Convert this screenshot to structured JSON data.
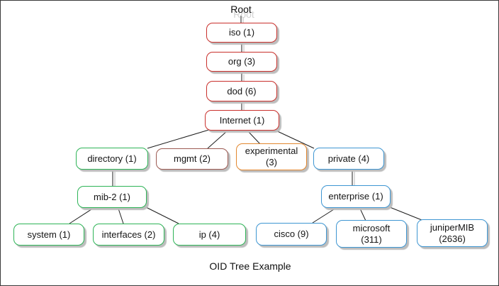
{
  "diagram": {
    "root_label": "Root",
    "caption": "OID Tree Example",
    "colors": {
      "iso_chain_border": "#c9302c",
      "mgmt_border": "#9c5a52",
      "directory_branch_border": "#2eb457",
      "private_branch_border": "#3e96d2",
      "experimental_border": "#e2872f",
      "connector_line": "#1c1c1c",
      "box_shadow": "#bdbdbd",
      "background": "#ffffff",
      "frame_border": "#3a3a3a"
    },
    "nodes": [
      {
        "id": "iso",
        "label": "iso (1)"
      },
      {
        "id": "org",
        "label": "org (3)"
      },
      {
        "id": "dod",
        "label": "dod (6)"
      },
      {
        "id": "internet",
        "label": "Internet (1)"
      },
      {
        "id": "directory",
        "label": "directory (1)"
      },
      {
        "id": "mgmt",
        "label": "mgmt (2)"
      },
      {
        "id": "experimental",
        "label": "experimental\n(3)"
      },
      {
        "id": "private",
        "label": "private (4)"
      },
      {
        "id": "mib-2",
        "label": "mib-2 (1)"
      },
      {
        "id": "enterprise",
        "label": "enterprise (1)"
      },
      {
        "id": "system",
        "label": "system (1)"
      },
      {
        "id": "interfaces",
        "label": "interfaces (2)"
      },
      {
        "id": "ip",
        "label": "ip (4)"
      },
      {
        "id": "cisco",
        "label": "cisco (9)"
      },
      {
        "id": "microsoft",
        "label": "microsoft\n(311)"
      },
      {
        "id": "junipermib",
        "label": "juniperMIB\n(2636)"
      }
    ],
    "edges": [
      [
        "Root",
        "iso (1)"
      ],
      [
        "iso (1)",
        "org (3)"
      ],
      [
        "org (3)",
        "dod (6)"
      ],
      [
        "dod (6)",
        "Internet (1)"
      ],
      [
        "Internet (1)",
        "directory (1)"
      ],
      [
        "Internet (1)",
        "mgmt (2)"
      ],
      [
        "Internet (1)",
        "experimental (3)"
      ],
      [
        "Internet (1)",
        "private (4)"
      ],
      [
        "directory (1)",
        "mib-2 (1)"
      ],
      [
        "mib-2 (1)",
        "system (1)"
      ],
      [
        "mib-2 (1)",
        "interfaces (2)"
      ],
      [
        "mib-2 (1)",
        "ip (4)"
      ],
      [
        "private (4)",
        "enterprise (1)"
      ],
      [
        "enterprise (1)",
        "cisco (9)"
      ],
      [
        "enterprise (1)",
        "microsoft (311)"
      ],
      [
        "enterprise (1)",
        "juniperMIB (2636)"
      ]
    ]
  }
}
